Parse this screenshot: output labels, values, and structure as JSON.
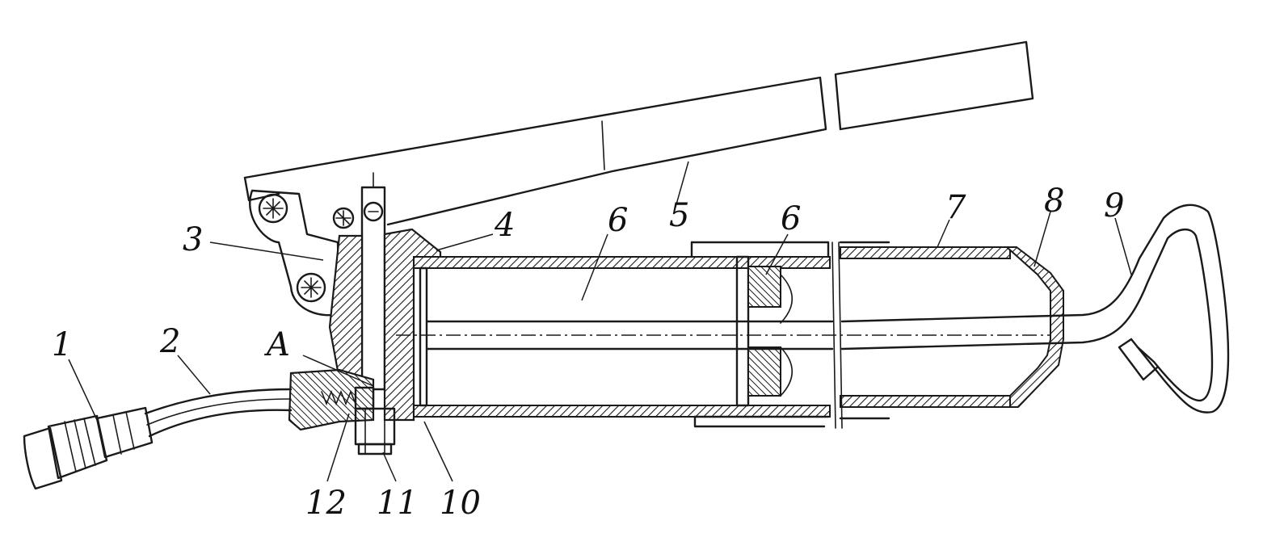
{
  "callouts": {
    "c1": "1",
    "c2": "2",
    "c3": "3",
    "c4": "4",
    "c5": "5",
    "c6a": "6",
    "c6b": "6",
    "c7": "7",
    "c8": "8",
    "c9": "9",
    "c10": "10",
    "c11": "11",
    "c12": "12",
    "cA": "A"
  },
  "colors": {
    "ink": "#1a1a1a",
    "paper": "#ffffff"
  }
}
